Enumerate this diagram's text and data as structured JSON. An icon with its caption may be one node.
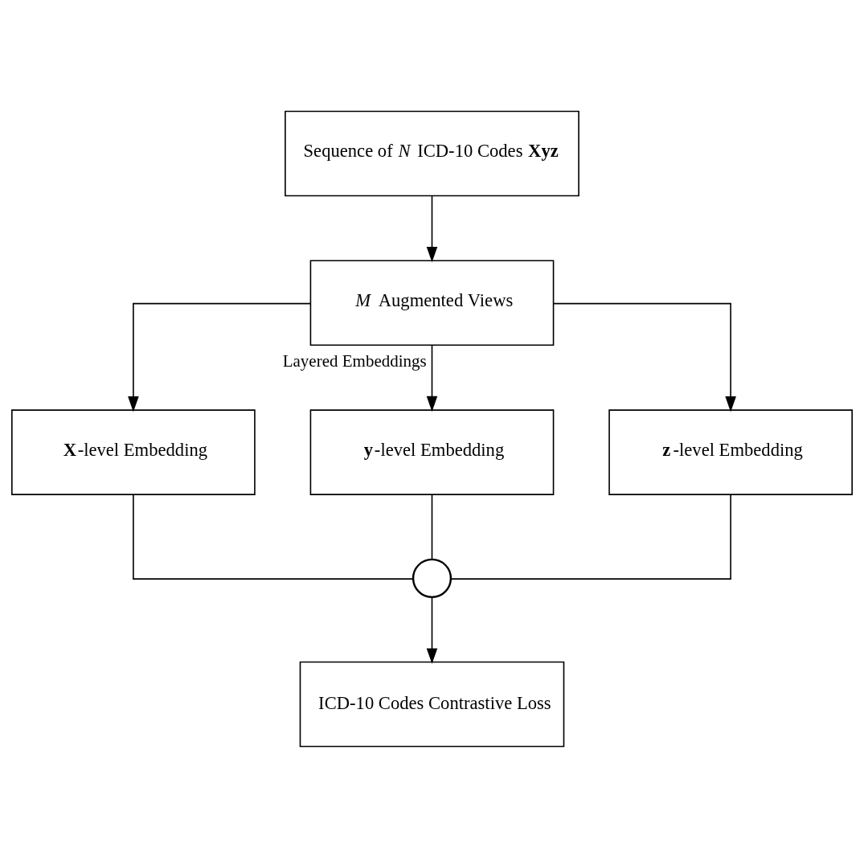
{
  "diagram": {
    "nodes": [
      {
        "text": [
          "Sequence of *N* ICD-10 Codes **Xyz**"
        ]
      },
      {
        "text": [
          "*M* Augmented Views"
        ]
      },
      {
        "text": [
          "**X**-level Embedding"
        ]
      },
      {
        "text": [
          "**y**-level Embedding"
        ]
      },
      {
        "text": [
          "**z**-level Embedding"
        ]
      },
      {
        "text": [],
        "shape": "circle"
      },
      {
        "text": [
          "ICD-10 Codes Contrastive Loss"
        ]
      }
    ],
    "edges": [
      {
        "from": 0,
        "to": 1,
        "arrow": "to"
      },
      {
        "from": 1,
        "to": 2,
        "arrow": "to"
      },
      {
        "from": 1,
        "to": 3,
        "arrow": "to",
        "label": "Layered Embeddings"
      },
      {
        "from": 1,
        "to": 4,
        "arrow": "to"
      },
      {
        "from": 2,
        "to": 5,
        "arrow": "none"
      },
      {
        "from": 3,
        "to": 5,
        "arrow": "none"
      },
      {
        "from": 4,
        "to": 5,
        "arrow": "none"
      },
      {
        "from": 5,
        "to": 6,
        "arrow": "to"
      }
    ]
  }
}
